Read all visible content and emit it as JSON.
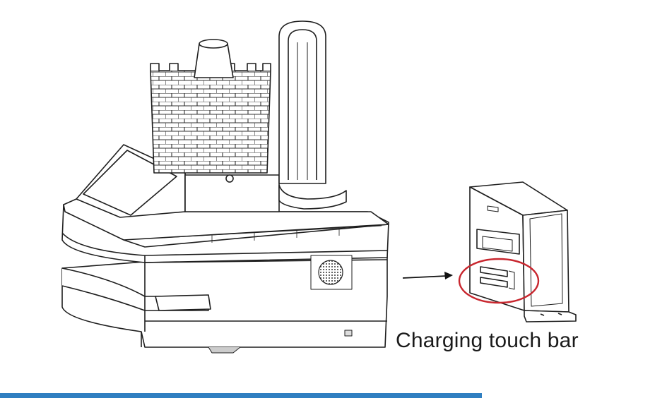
{
  "caption": {
    "text": "Charging touch bar"
  },
  "colors": {
    "line": "#1e1e1e",
    "highlight_circle": "#c8262e",
    "bottom_bar": "#2f7fc1",
    "background": "#ffffff"
  },
  "icons": {
    "robot": "disinfection-robot-illustration",
    "dock": "charging-dock-illustration",
    "arrow": "arrow-right-icon"
  }
}
